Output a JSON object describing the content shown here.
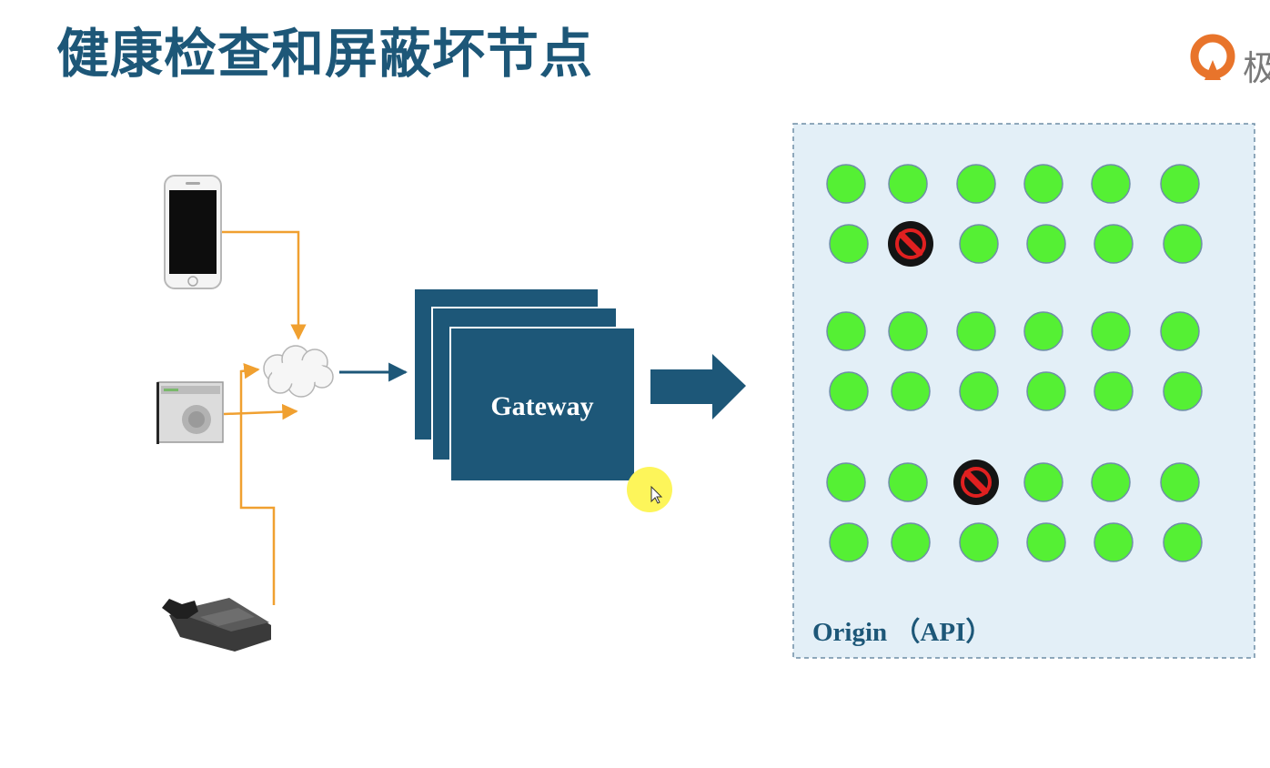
{
  "slide": {
    "title": "健康检查和屏蔽坏节点",
    "logo_text": "极"
  },
  "gateway": {
    "label": "Gateway"
  },
  "origin": {
    "label": "Origin （API）",
    "grid": [
      [
        "healthy",
        "healthy",
        "healthy",
        "healthy",
        "healthy",
        "healthy"
      ],
      [
        "healthy",
        "blocked",
        "healthy",
        "healthy",
        "healthy",
        "healthy"
      ],
      [
        "healthy",
        "healthy",
        "healthy",
        "healthy",
        "healthy",
        "healthy"
      ],
      [
        "healthy",
        "healthy",
        "healthy",
        "healthy",
        "healthy",
        "healthy"
      ],
      [
        "healthy",
        "healthy",
        "blocked",
        "healthy",
        "healthy",
        "healthy"
      ],
      [
        "healthy",
        "healthy",
        "healthy",
        "healthy",
        "healthy",
        "healthy"
      ]
    ]
  },
  "clients": [
    "smartphone-icon",
    "browser-icon",
    "game-console-icon"
  ],
  "colors": {
    "title": "#1d5778",
    "gateway": "#1d5778",
    "origin_bg": "#e3eff7",
    "origin_border": "#6e8ea5",
    "node_healthy": "#55f034",
    "node_blocked_bg": "#141414",
    "node_blocked_mark": "#e02020",
    "connector": "#f0a030",
    "arrow": "#1d5778",
    "cursor_highlight": "#fdf55a",
    "logo": "#e8742b"
  }
}
